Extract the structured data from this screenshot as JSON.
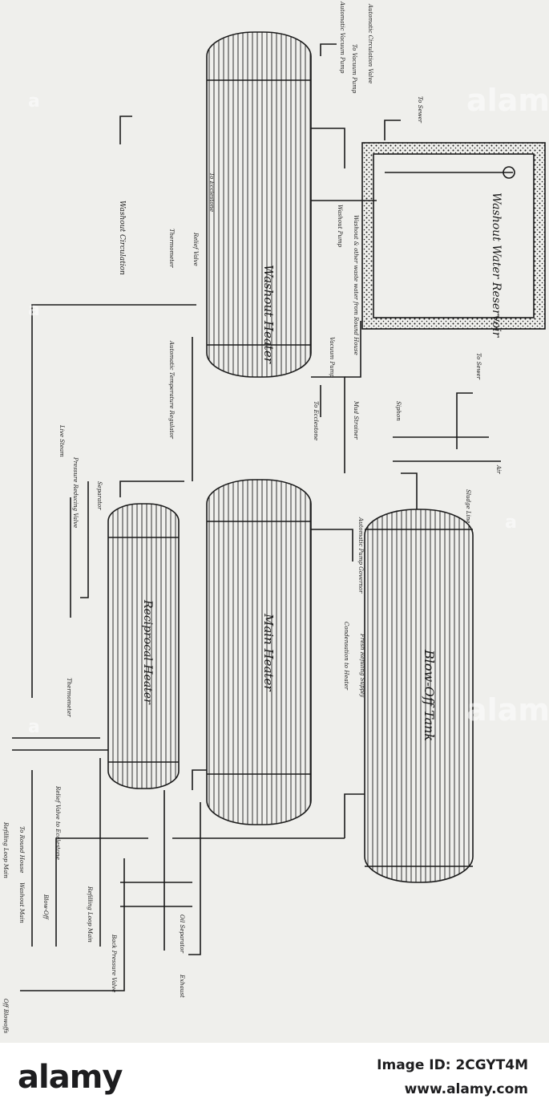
{
  "labels": {
    "washout_heater": "Washout Heater",
    "washout_water_reservoir": "Washout Water Reservoir",
    "main_heater": "Main Heater",
    "reciprocal_heater": "Reciprocal Heater",
    "blow_off_tank": "Blow-Off Tank",
    "washout_circulation": "Washout Circulation",
    "automatic_vacuum_pump": "Automatic Vacuum Pump",
    "to_vacuum_pump": "To Vacuum Pump",
    "automatic_circulation_valve": "Automatic Circulation Valve",
    "to_sewer_top": "To Sewer",
    "thermometer_top": "Thermometer",
    "relief_valve_top": "Relief Valve",
    "to_ecclestone": "To Ecclestone",
    "washout_pump": "Washout Pump",
    "washout_other_waste": "Washout & other waste water from Round House",
    "vacuum_pump": "Vacuum Pump",
    "automatic_temperature_regulator": "Automatic Temperature Regulator",
    "to_ecclestone_2": "To Ecclestone",
    "mud_strainer": "Mud Strainer",
    "to_sewer_right": "To Sewer",
    "siphon": "Siphon",
    "air": "Air",
    "sludge_line": "Sludge Line",
    "live_steam": "Live Steam",
    "pressure_reducing_valve": "Pressure Reducing Valve",
    "separator": "Separator",
    "automatic_pump_governor": "Automatic Pump Governor",
    "condensation_to_heater": "Condensation to Heater",
    "fresh_refilling_supply": "Fresh Refilling Supply",
    "thermometer_mid": "Thermometer",
    "relief_valve_mid": "Relief Valve to Ecclestone",
    "refilling_loop_main": "Refilling Loop Main",
    "to_round_house": "To Round House",
    "washout_main": "Washout Main",
    "blow_off": "Blow-Off",
    "refilling_loop_main_2": "Refilling Loop Main",
    "back_pressure_valve": "Back Pressure Valve",
    "oil_separator": "Oil Separator",
    "exhaust": "Exhaust",
    "off_blowoffs": "Off Blowoffs"
  },
  "watermark": {
    "text": "alamy",
    "small": "a"
  },
  "footer": {
    "brand": "alamy",
    "image_id": "Image ID: 2CGYT4M",
    "site": "www.alamy.com"
  },
  "colors": {
    "ink": "#1a1a1a",
    "paper": "#efefec",
    "footer_bg": "#ffffff"
  }
}
